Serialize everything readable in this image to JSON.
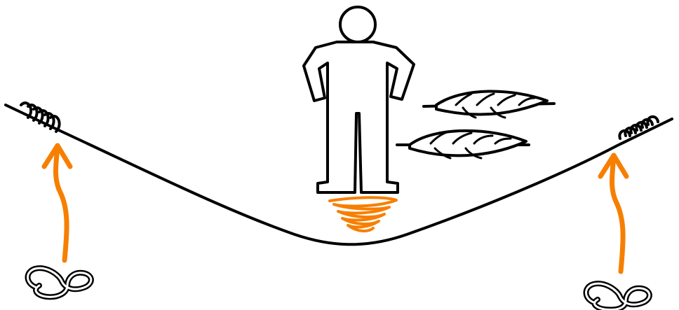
{
  "diagram": {
    "description_free": true,
    "elements": [
      {
        "name": "sagging-rope"
      },
      {
        "name": "left-rope-coil"
      },
      {
        "name": "right-rope-coil"
      },
      {
        "name": "person-figure"
      },
      {
        "name": "spring-under-feet"
      },
      {
        "name": "feather-top"
      },
      {
        "name": "feather-bottom"
      },
      {
        "name": "left-upward-arrow"
      },
      {
        "name": "right-upward-arrow"
      },
      {
        "name": "left-hook-loop"
      },
      {
        "name": "right-hook-loop"
      }
    ]
  },
  "colors": {
    "ink": "#000000",
    "accent": "#f77f00",
    "background": "#ffffff"
  }
}
